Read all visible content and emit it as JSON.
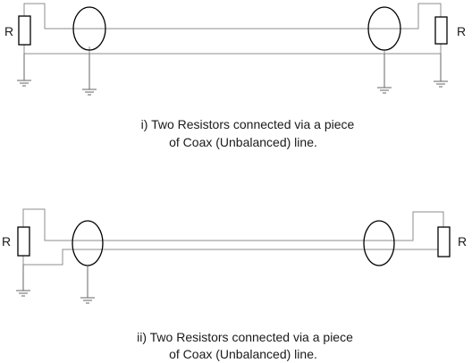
{
  "diagrams": [
    {
      "resistor_left_label": "R",
      "resistor_right_label": "R",
      "caption_line1": "i) Two Resistors connected via a piece",
      "caption_line2": "of Coax (Unbalanced) line."
    },
    {
      "resistor_left_label": "R",
      "resistor_right_label": "R",
      "caption_line1": "ii) Two Resistors connected via a piece",
      "caption_line2": "of Coax (Unbalanced) line."
    }
  ]
}
